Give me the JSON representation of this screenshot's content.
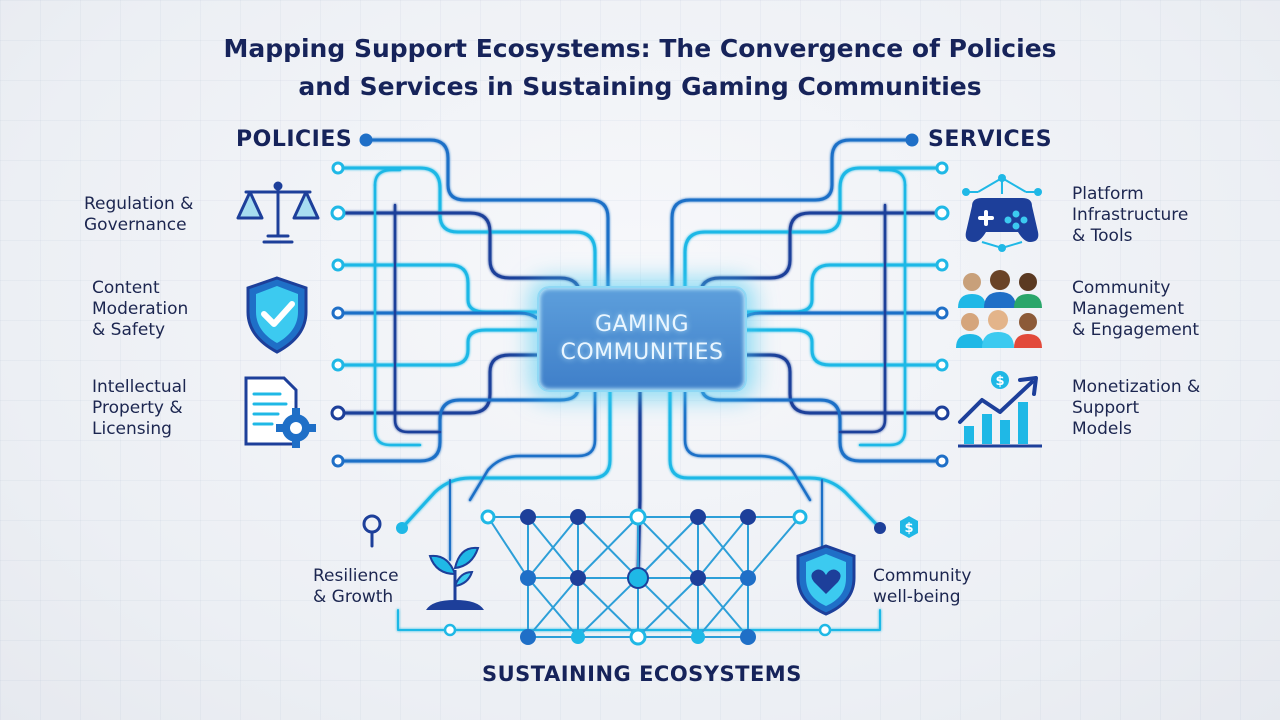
{
  "title": {
    "line1": "Mapping Support Ecosystems: The Convergence of Policies",
    "line2": "and Services in Sustaining Gaming Communities"
  },
  "left": {
    "heading": "POLICIES",
    "items": [
      {
        "lines": [
          "Regulation &",
          "Governance"
        ],
        "icon": "scales-icon"
      },
      {
        "lines": [
          "Content",
          "Moderation",
          "& Safety"
        ],
        "icon": "shield-check-icon"
      },
      {
        "lines": [
          "Intellectual",
          "Property &",
          "Licensing"
        ],
        "icon": "document-gear-icon"
      }
    ]
  },
  "right": {
    "heading": "SERVICES",
    "items": [
      {
        "lines": [
          "Platform",
          "Infrastructure",
          "& Tools"
        ],
        "icon": "gamepad-network-icon"
      },
      {
        "lines": [
          "Community",
          "Management",
          "& Engagement"
        ],
        "icon": "people-group-icon"
      },
      {
        "lines": [
          "Monetization &",
          "Support",
          "Models"
        ],
        "icon": "growth-chart-icon"
      }
    ]
  },
  "center": {
    "line1": "GAMING",
    "line2": "COMMUNITIES"
  },
  "bottom": {
    "heading": "SUSTAINING ECOSYSTEMS",
    "left_label": [
      "Resilience",
      "& Growth"
    ],
    "right_label": [
      "Community",
      "well-being"
    ],
    "left_icon": "sprout-icon",
    "right_icon": "shield-heart-icon"
  },
  "colors": {
    "navy": "#16235a",
    "cyan": "#1fb8e6",
    "blue": "#1f6fc7",
    "dark_blue": "#1d3f9a"
  }
}
